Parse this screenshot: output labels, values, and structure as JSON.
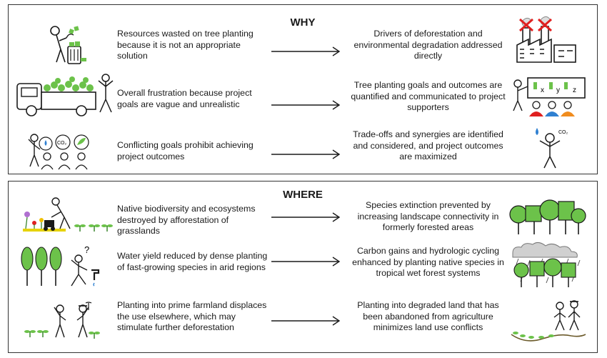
{
  "why": {
    "heading": "WHY",
    "rows": [
      {
        "cause": "Resources wasted on tree planting because it is not an appropriate solution",
        "solution": "Drivers of deforestation and environmental degradation addressed directly"
      },
      {
        "cause": "Overall frustration because project goals are vague and unrealistic",
        "solution": "Tree planting goals and outcomes are quantified and communicated to project supporters"
      },
      {
        "cause": "Conflicting goals prohibit achieving project outcomes",
        "solution": "Trade-offs and synergies are identified and considered, and project outcomes are maximized"
      }
    ]
  },
  "where": {
    "heading": "WHERE",
    "rows": [
      {
        "cause": "Native biodiversity and ecosystems destroyed by afforestation of grasslands",
        "solution": "Species extinction prevented by increasing landscape connectivity in formerly forested areas"
      },
      {
        "cause": "Water yield reduced by dense planting of fast-growing species in arid regions",
        "solution": "Carbon gains and hydrologic cycling enhanced by planting native species in tropical wet forest systems"
      },
      {
        "cause": "Planting into prime farmland displaces the use elsewhere, which may stimulate further deforestation",
        "solution": "Planting into degraded land that has been abandoned from agriculture minimizes land use conflicts"
      }
    ]
  },
  "icon_labels": {
    "co2": "CO₂",
    "board_x": "x",
    "board_y": "y",
    "board_z": "z",
    "question": "?"
  },
  "colors": {
    "green": "#6cc24a",
    "dark_green": "#2d7d1f",
    "red": "#e0201f",
    "blue": "#2f80d1",
    "orange": "#f08c1e",
    "border": "#333333"
  }
}
